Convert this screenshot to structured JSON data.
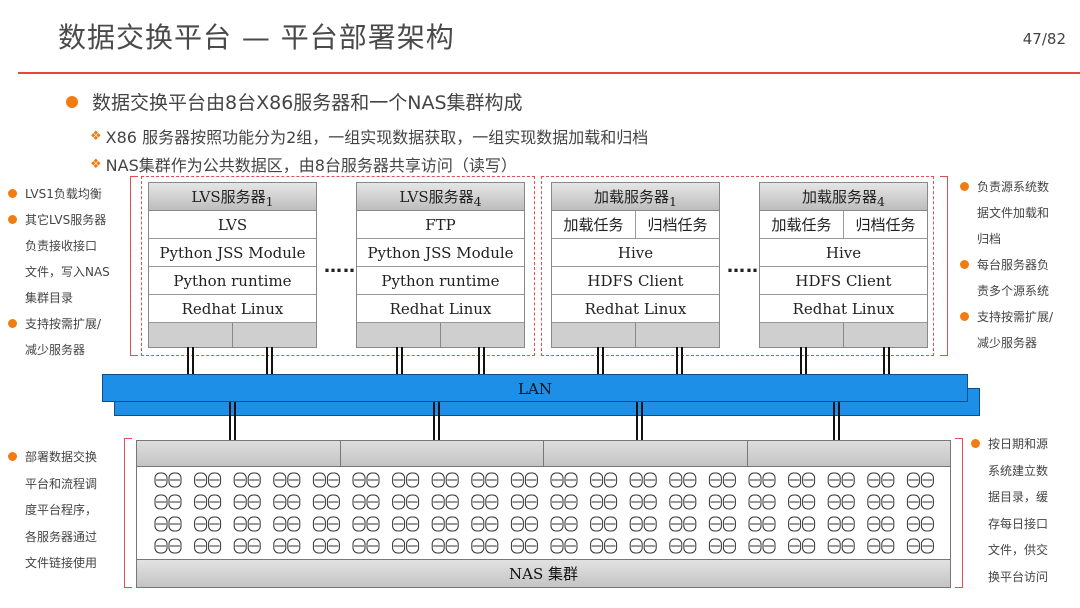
{
  "header": {
    "title": "数据交换平台 — 平台部署架构",
    "page": "47/82"
  },
  "bullets": {
    "main": "数据交换平台由8台X86服务器和一个NAS集群构成",
    "sub1": "X86 服务器按照功能分为2组，一组实现数据获取，一组实现数据加载和归档",
    "sub2": "NAS集群作为公共数据区，由8台服务器共享访问（读写）"
  },
  "left_notes_top": {
    "l1": "LVS1负载均衡",
    "l2": "其它LVS服务器",
    "l3": "负责接收接口",
    "l4": "文件，写入NAS",
    "l5": "集群目录",
    "l6": "支持按需扩展/",
    "l7": "减少服务器"
  },
  "right_notes_top": {
    "l1": "负责源系统数",
    "l2": "据文件加载和",
    "l3": "归档",
    "l4": "每台服务器负",
    "l5": "责多个源系统",
    "l6": "支持按需扩展/",
    "l7": "减少服务器"
  },
  "left_notes_bottom": {
    "l1": "部署数据交换",
    "l2": "平台和流程调",
    "l3": "度平台程序，",
    "l4": "各服务器通过",
    "l5": "文件链接使用"
  },
  "right_notes_bottom": {
    "l1": "按日期和源",
    "l2": "系统建立数",
    "l3": "据目录，缓",
    "l4": "存每日接口",
    "l5": "文件，供交",
    "l6": "换平台访问"
  },
  "servers": {
    "lvs1": {
      "name": "LVS服务器",
      "sub": "1",
      "role": "LVS",
      "module": "Python JSS Module",
      "runtime": "Python runtime",
      "os": "Redhat Linux"
    },
    "lvs4": {
      "name": "LVS服务器",
      "sub": "4",
      "role": "FTP",
      "module": "Python JSS Module",
      "runtime": "Python runtime",
      "os": "Redhat Linux"
    },
    "load1": {
      "name": "加载服务器",
      "sub": "1",
      "task_a": "加载任务",
      "task_b": "归档任务",
      "hive": "Hive",
      "client": "HDFS Client",
      "os": "Redhat Linux"
    },
    "load4": {
      "name": "加载服务器",
      "sub": "4",
      "task_a": "加载任务",
      "task_b": "归档任务",
      "hive": "Hive",
      "client": "HDFS Client",
      "os": "Redhat Linux"
    }
  },
  "ellipsis": "……",
  "lan_label": "LAN",
  "nas_label": "NAS 集群",
  "colors": {
    "accent": "#f07c12",
    "rule": "#e7463c",
    "lan": "#1e8fe6",
    "dashed": "#e05050"
  }
}
